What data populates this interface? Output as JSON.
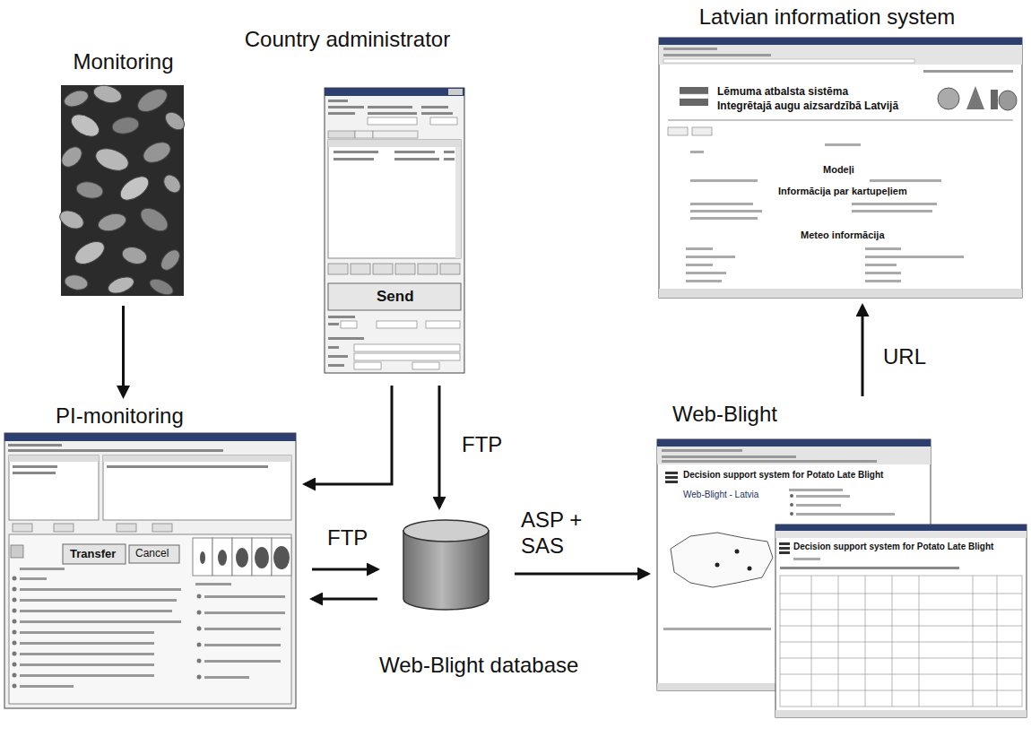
{
  "diagram": {
    "nodes": [
      {
        "text": [
          "Monitoring"
        ]
      },
      {
        "text": [
          "Country administrator"
        ]
      },
      {
        "text": [
          "Latvian information system"
        ]
      },
      {
        "text": [
          "PI-monitoring"
        ]
      },
      {
        "text": [
          "Web-Blight database"
        ]
      },
      {
        "text": [
          "Web-Blight"
        ]
      }
    ],
    "edges": [
      {
        "from": 0,
        "to": 3,
        "arrow": "to"
      },
      {
        "from": 1,
        "to": 3,
        "arrow": "to"
      },
      {
        "from": 1,
        "to": 4,
        "label": "FTP",
        "arrow": "to"
      },
      {
        "from": 3,
        "to": 4,
        "label": "FTP",
        "arrow": "to"
      },
      {
        "from": 4,
        "to": 3,
        "arrow": "to"
      },
      {
        "from": 4,
        "to": 5,
        "label": "ASP + SAS",
        "arrow": "to"
      },
      {
        "from": 5,
        "to": 2,
        "label": "URL",
        "arrow": "to"
      }
    ],
    "labels": [
      "Send",
      "Transfer",
      "Cancel",
      "Lēmuma atbalsta sistēma",
      "Integrētajā augu aizsardzībā Latvijā",
      "Modeļi",
      "Informācija par kartupeļiem",
      "Meteo informācija",
      "Decision support system for Potato Late Blight",
      "Web-Blight - Latvia",
      "Decision support system for Potato Late Blight"
    ]
  }
}
